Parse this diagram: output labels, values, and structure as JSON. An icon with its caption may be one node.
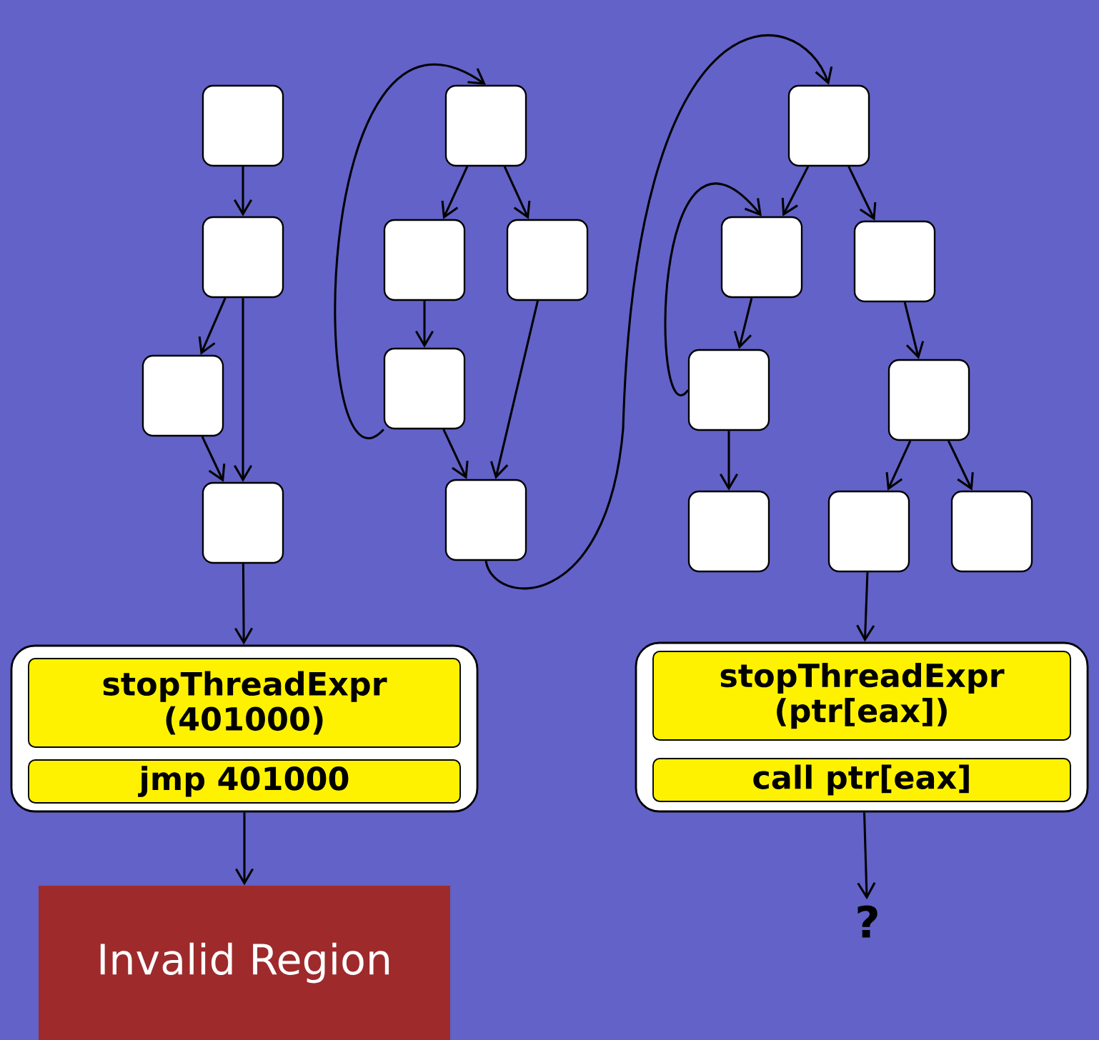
{
  "diagram": {
    "nodes": [
      {
        "text": [],
        "shape": "box"
      },
      {
        "text": [],
        "shape": "box"
      },
      {
        "text": [],
        "shape": "box"
      },
      {
        "text": [],
        "shape": "box"
      },
      {
        "text": [],
        "shape": "box"
      },
      {
        "text": [
          "stopThreadExpr (401000)"
        ],
        "in": 4
      },
      {
        "text": [
          "jmp 401000"
        ],
        "in": 4
      },
      {
        "text": [
          "Invalid Region"
        ]
      },
      {
        "text": [],
        "shape": "box"
      },
      {
        "text": [],
        "shape": "box"
      },
      {
        "text": [],
        "shape": "box"
      },
      {
        "text": [],
        "shape": "box"
      },
      {
        "text": [],
        "shape": "box"
      },
      {
        "text": [],
        "shape": "box"
      },
      {
        "text": [],
        "shape": "box"
      },
      {
        "text": [],
        "shape": "box"
      },
      {
        "text": [],
        "shape": "box"
      },
      {
        "text": [],
        "shape": "box"
      },
      {
        "text": [],
        "shape": "box"
      },
      {
        "text": [],
        "shape": "box"
      },
      {
        "text": [],
        "shape": "box"
      },
      {
        "text": [],
        "shape": "box"
      },
      {
        "text": [
          "stopThreadExpr (ptr[eax])"
        ],
        "in": 21
      },
      {
        "text": [
          "call ptr[eax]"
        ],
        "in": 21
      },
      {
        "text": [
          "?"
        ]
      }
    ],
    "edges": [
      {
        "from": 0,
        "to": 1,
        "arrow": "to"
      },
      {
        "from": 1,
        "to": 2,
        "arrow": "to"
      },
      {
        "from": 1,
        "to": 3,
        "arrow": "to"
      },
      {
        "from": 2,
        "to": 3,
        "arrow": "to"
      },
      {
        "from": 3,
        "to": 4,
        "arrow": "to"
      },
      {
        "from": 4,
        "to": 7,
        "arrow": "to"
      },
      {
        "from": 8,
        "to": 9,
        "arrow": "to"
      },
      {
        "from": 8,
        "to": 10,
        "arrow": "to"
      },
      {
        "from": 9,
        "to": 11,
        "arrow": "to"
      },
      {
        "from": 11,
        "to": 12,
        "arrow": "to"
      },
      {
        "from": 10,
        "to": 12,
        "arrow": "to"
      },
      {
        "from": 11,
        "to": 8,
        "arrow": "to"
      },
      {
        "from": 12,
        "to": 13,
        "arrow": "to"
      },
      {
        "from": 13,
        "to": 14,
        "arrow": "to"
      },
      {
        "from": 13,
        "to": 15,
        "arrow": "to"
      },
      {
        "from": 14,
        "to": 16,
        "arrow": "to"
      },
      {
        "from": 15,
        "to": 17,
        "arrow": "to"
      },
      {
        "from": 16,
        "to": 18,
        "arrow": "to"
      },
      {
        "from": 17,
        "to": 19,
        "arrow": "to"
      },
      {
        "from": 17,
        "to": 20,
        "arrow": "to"
      },
      {
        "from": 16,
        "to": 14,
        "arrow": "to"
      },
      {
        "from": 19,
        "to": 21,
        "arrow": "to"
      },
      {
        "from": 21,
        "to": 24,
        "arrow": "to"
      }
    ]
  }
}
